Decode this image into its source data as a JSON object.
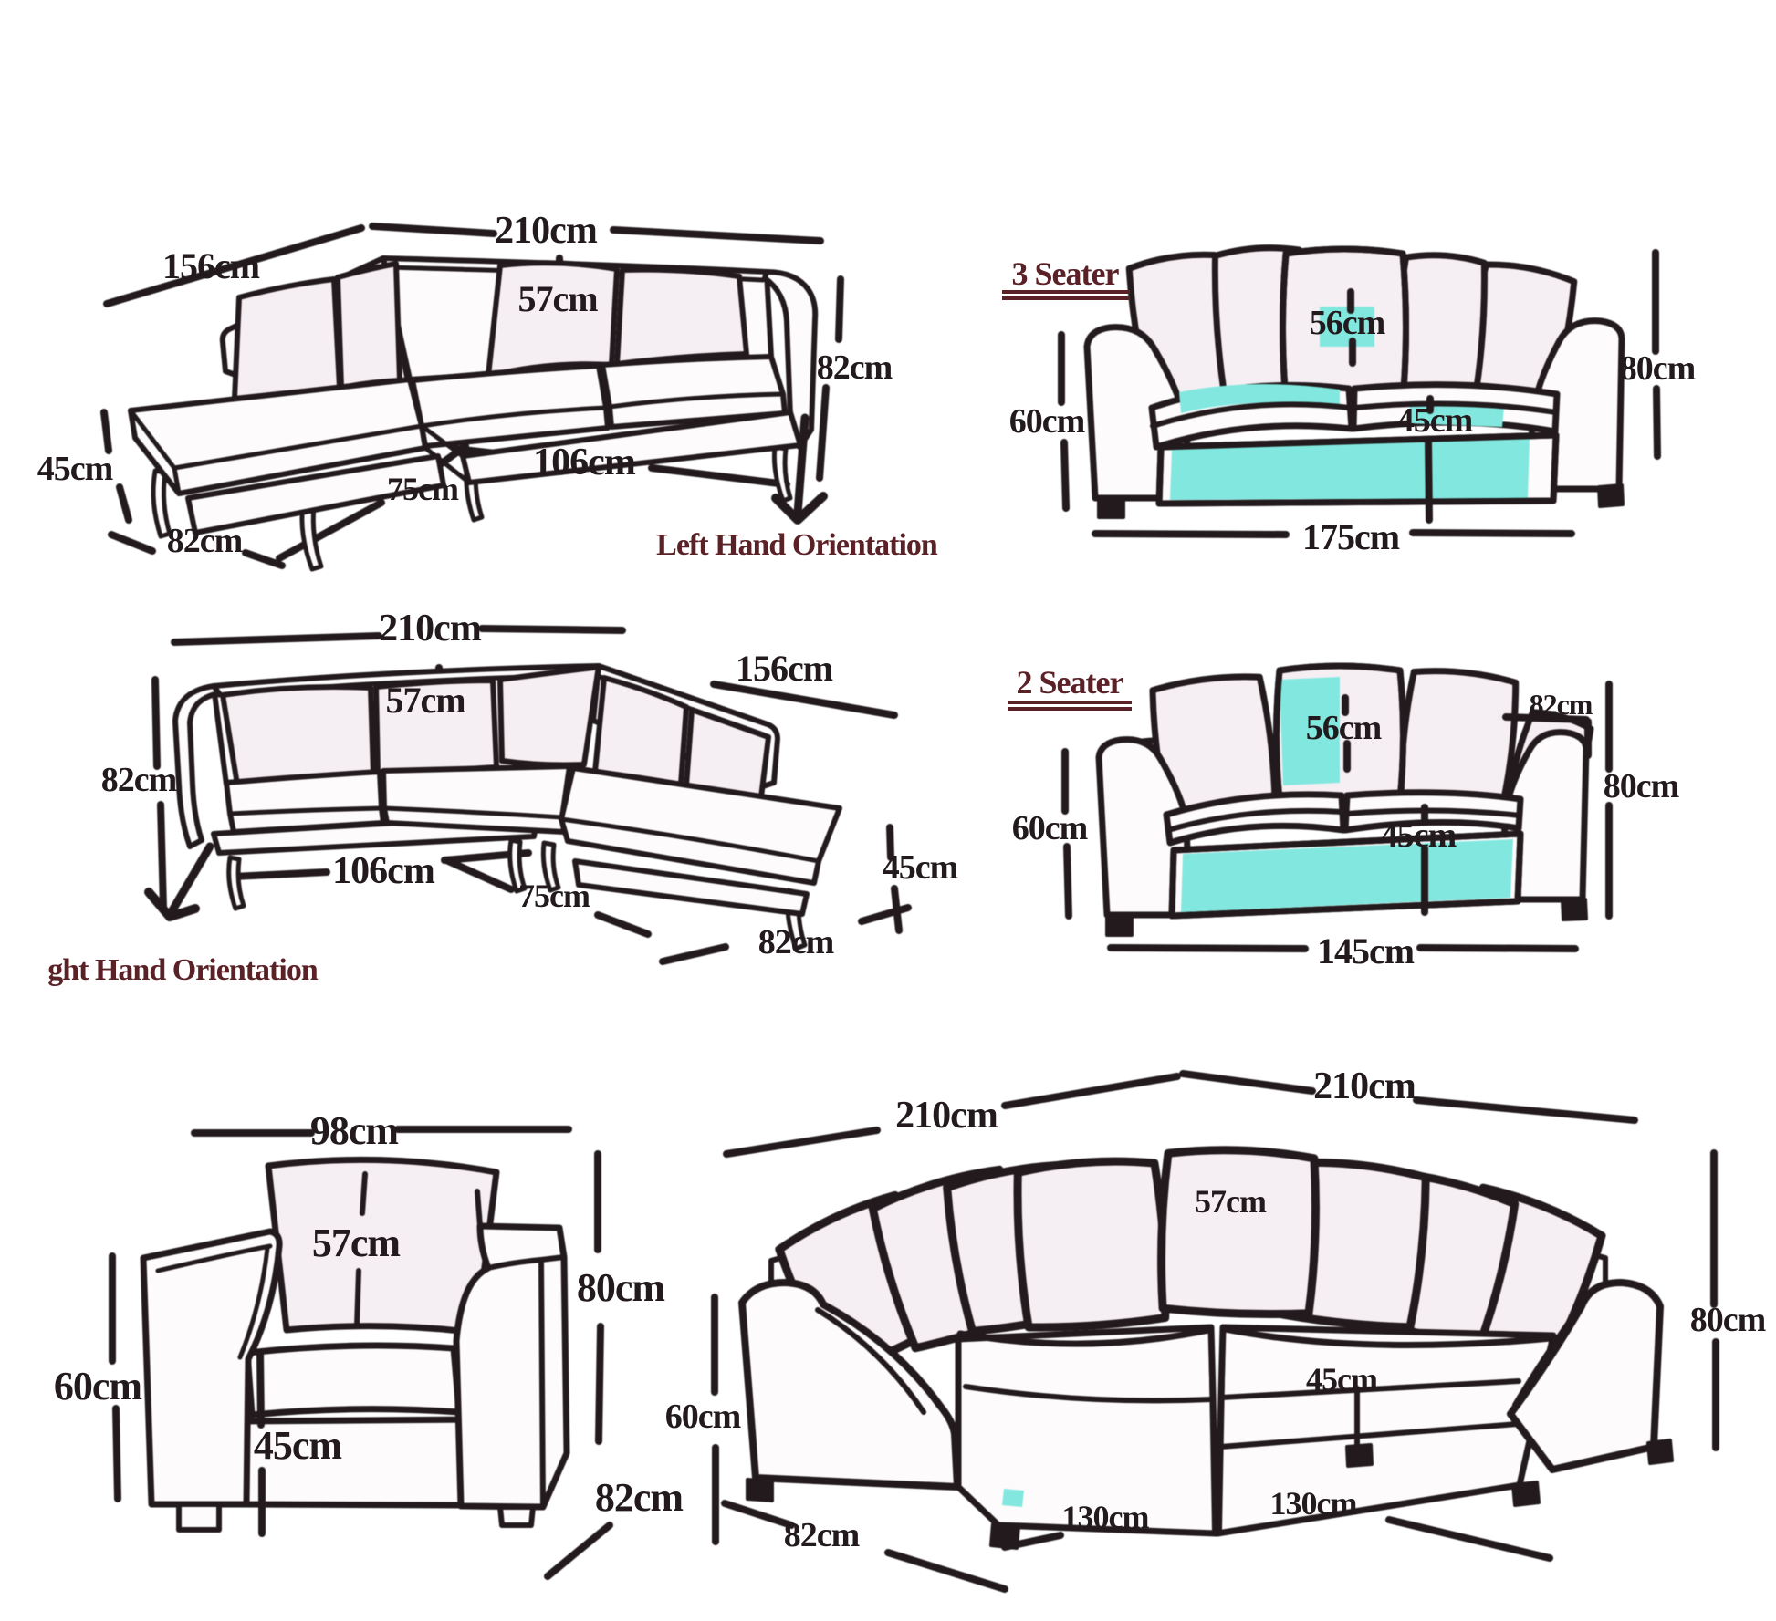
{
  "sheet": {
    "background": "#ffffff",
    "ink_color": "#221a1c",
    "accent_color": "#5a2127",
    "highlight_color": "#82e8df",
    "unit": "cm"
  },
  "diagrams": {
    "corner_lhf": {
      "orientation_label": "Left Hand Orientation",
      "overall_width": "210cm",
      "side_depth": "156cm",
      "back_cushion_width": "57cm",
      "total_height": "82cm",
      "seat_height": "45cm",
      "chaise_end_width": "82cm",
      "chaise_seat_depth": "75cm",
      "inner_seat_width": "106cm"
    },
    "three_seater": {
      "title": "3 Seater",
      "back_cushion_width": "56cm",
      "total_height": "80cm",
      "arm_height": "60cm",
      "seat_depth": "45cm",
      "overall_width": "175cm"
    },
    "corner_rhf": {
      "orientation_label": "ght Hand Orientation",
      "overall_width": "210cm",
      "side_depth": "156cm",
      "back_cushion_width": "57cm",
      "total_height": "82cm",
      "seat_height": "45cm",
      "chaise_end_width": "82cm",
      "chaise_seat_depth": "75cm",
      "inner_seat_width": "106cm"
    },
    "two_seater": {
      "title": "2 Seater",
      "arm_depth": "82cm",
      "back_cushion_width": "56cm",
      "total_height": "80cm",
      "arm_height": "60cm",
      "seat_depth": "45cm",
      "overall_width": "145cm"
    },
    "armchair": {
      "overall_width": "98cm",
      "back_cushion_width": "57cm",
      "total_height": "80cm",
      "arm_height": "60cm",
      "seat_depth": "45cm",
      "side_depth": "82cm"
    },
    "corner_symmetric": {
      "left_width": "210cm",
      "right_width": "210cm",
      "back_cushion_width": "57cm",
      "total_height": "80cm",
      "arm_height": "60cm",
      "seat_depth": "45cm",
      "arm_depth": "82cm",
      "left_seat_width": "130cm",
      "right_seat_width": "130cm"
    }
  }
}
